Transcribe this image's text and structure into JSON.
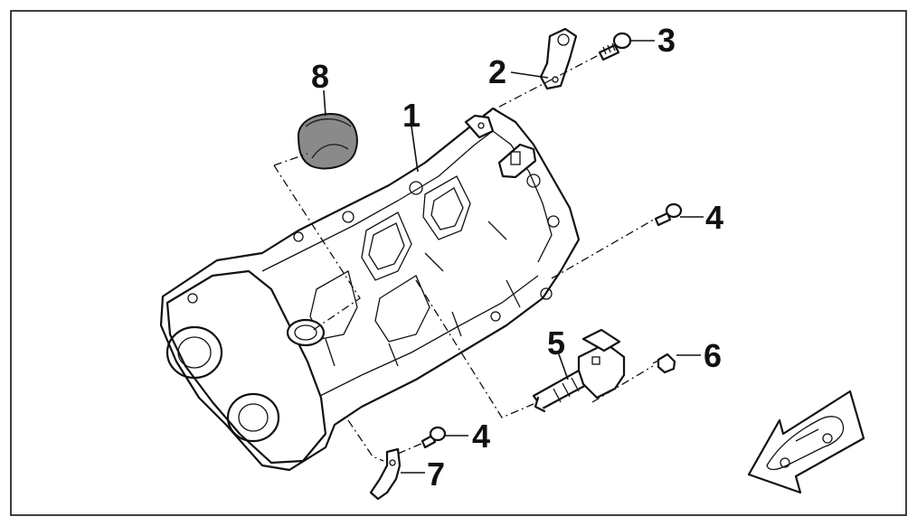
{
  "callouts": [
    {
      "id": "1",
      "label": "1"
    },
    {
      "id": "2",
      "label": "2"
    },
    {
      "id": "3",
      "label": "3"
    },
    {
      "id": "4a",
      "label": "4"
    },
    {
      "id": "4b",
      "label": "4"
    },
    {
      "id": "5",
      "label": "5"
    },
    {
      "id": "6",
      "label": "6"
    },
    {
      "id": "7",
      "label": "7"
    },
    {
      "id": "8",
      "label": "8"
    }
  ],
  "colors": {
    "line": "#111111",
    "background": "#ffffff",
    "cap_fill": "#8a8a8a"
  },
  "icons": {
    "direction": "front-arrow-car-icon"
  }
}
